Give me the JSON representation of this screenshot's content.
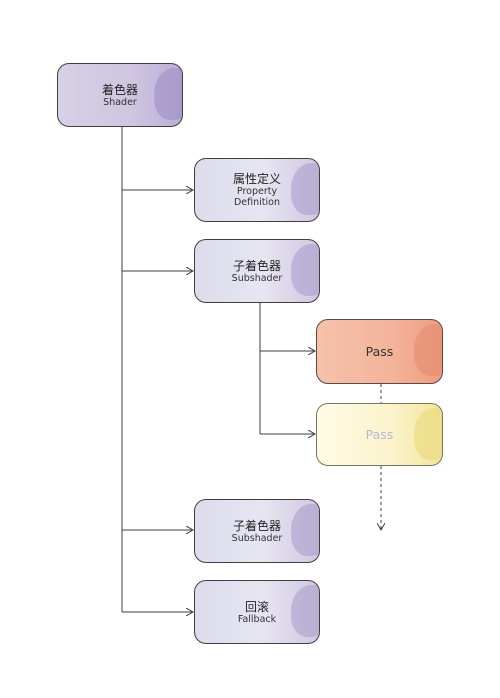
{
  "nodes": {
    "shader": {
      "zh": "着色器",
      "en": "Shader"
    },
    "property": {
      "zh": "属性定义",
      "en_line1": "Property",
      "en_line2": "Definition"
    },
    "subshader1": {
      "zh": "子着色器",
      "en": "Subshader"
    },
    "pass1": {
      "label": "Pass"
    },
    "pass2": {
      "label": "Pass"
    },
    "subshader2": {
      "zh": "子着色器",
      "en": "Subshader"
    },
    "fallback": {
      "zh": "回滚",
      "en": "Fallback"
    }
  },
  "colors": {
    "line": "#3f3f3f",
    "shader_fill": "#cfc6e1",
    "node_fill": "#e4e2f0",
    "pass_active": "#f3b49b",
    "pass_faded": "#fbf3cc"
  }
}
